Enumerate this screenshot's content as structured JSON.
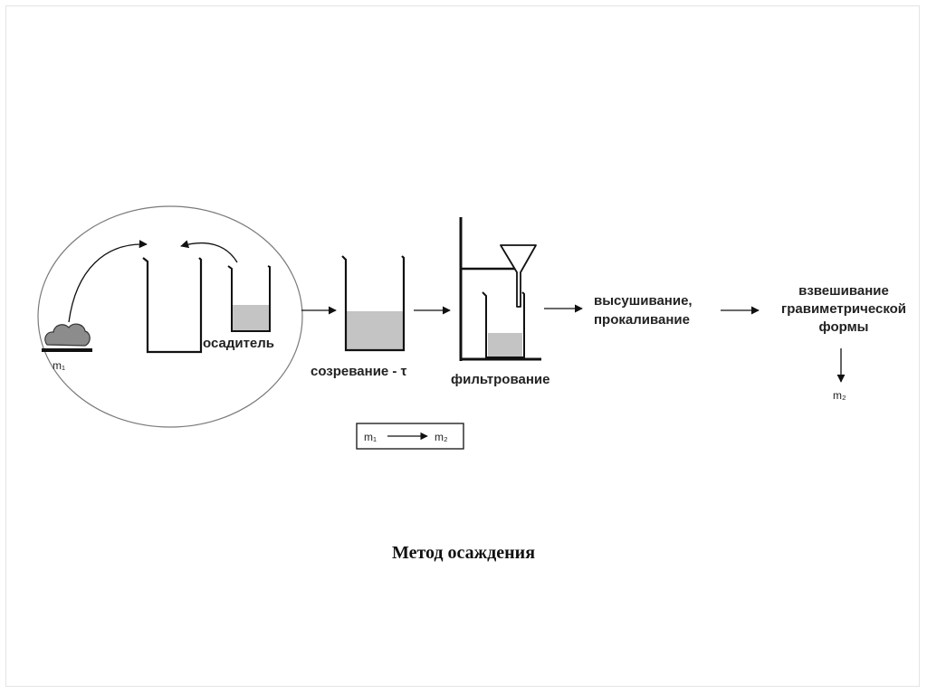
{
  "caption": "Метод осаждения",
  "labels": {
    "m1_sample": "m₁",
    "precipitant": "осадитель",
    "ripening": "созревание - τ",
    "filtration": "фильтрование",
    "drying_line1": "высушивание,",
    "drying_line2": "прокаливание",
    "weighing_line1": "взвешивание",
    "weighing_line2": "гравиметрической",
    "weighing_line3": "формы",
    "m2_result": "m₂",
    "box_from": "m₁",
    "box_to": "m₂"
  },
  "colors": {
    "line": "#111111",
    "liquid": "#c4c4c4",
    "sample": "#8c8c8c",
    "ellipse": "#7a7a7a"
  }
}
